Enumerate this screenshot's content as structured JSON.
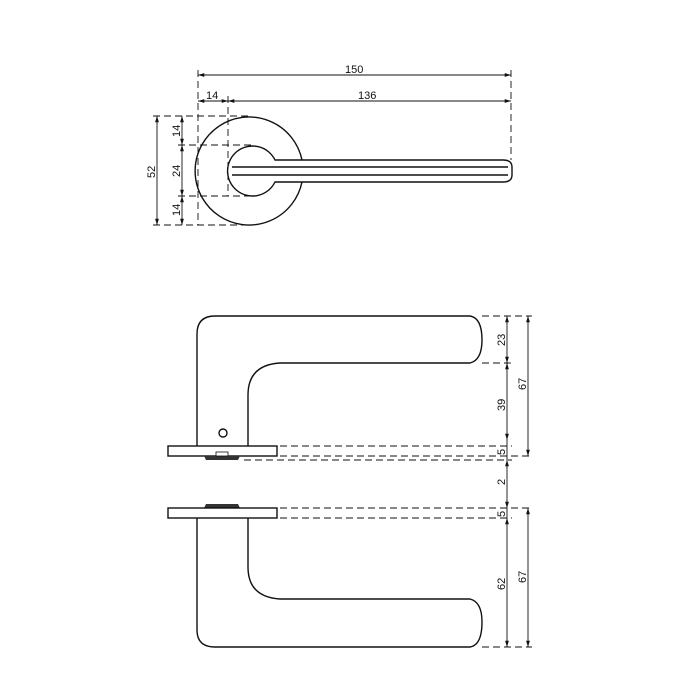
{
  "top_view": {
    "dims": {
      "total_length": "150",
      "rose_offset": "14",
      "lever_length": "136",
      "rose_diameter": "52",
      "upper_margin": "14",
      "hole": "24",
      "lower_margin": "14"
    }
  },
  "side_view": {
    "dims": {
      "lever_thickness": "23",
      "lever_drop": "39",
      "rose_thickness_top": "5",
      "gap": "2",
      "rose_thickness_bottom": "5",
      "lower_drop": "62",
      "height_top": "67",
      "height_bottom": "67"
    }
  },
  "colors": {
    "line": "#111111",
    "background": "#ffffff"
  }
}
